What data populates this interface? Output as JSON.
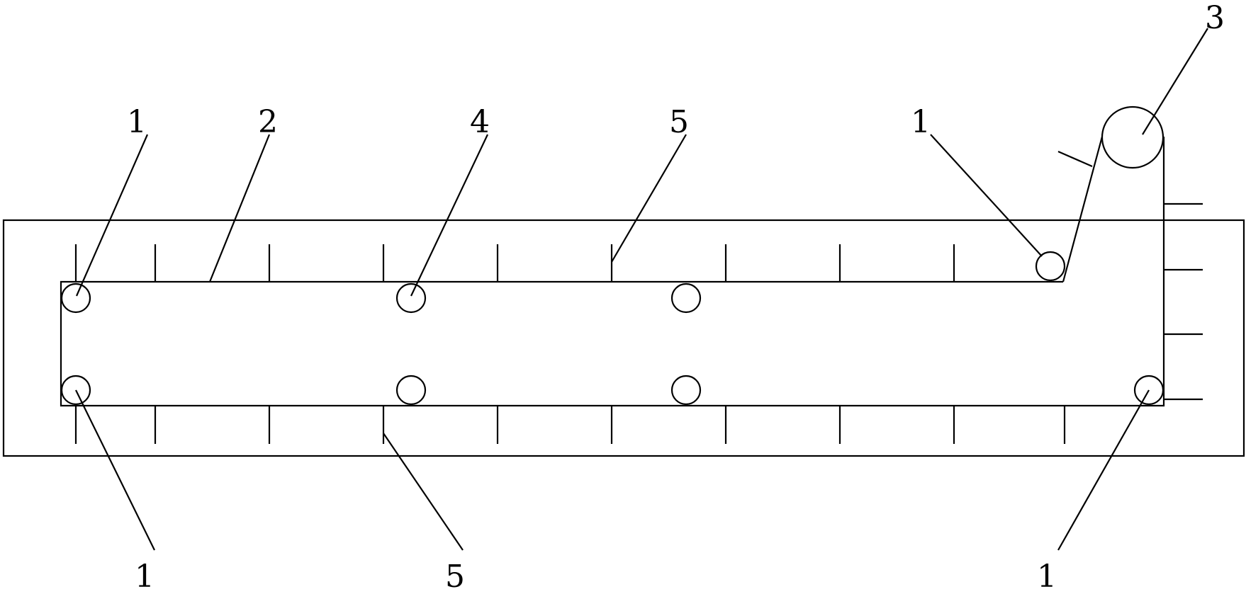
{
  "figure": {
    "colors": {
      "line": "#000000",
      "background": "#ffffff"
    },
    "callouts": [
      {
        "id": "upper-left-roller",
        "number": "1"
      },
      {
        "id": "belt",
        "number": "2"
      },
      {
        "id": "drive-wheel",
        "number": "3"
      },
      {
        "id": "roller-upper-middle",
        "number": "4"
      },
      {
        "id": "tick-marks-top",
        "number": "5"
      },
      {
        "id": "upper-right-roller",
        "number": "1"
      },
      {
        "id": "lower-left-roller",
        "number": "1"
      },
      {
        "id": "tick-marks-bottom",
        "number": "5"
      },
      {
        "id": "lower-right-roller",
        "number": "1"
      }
    ]
  }
}
